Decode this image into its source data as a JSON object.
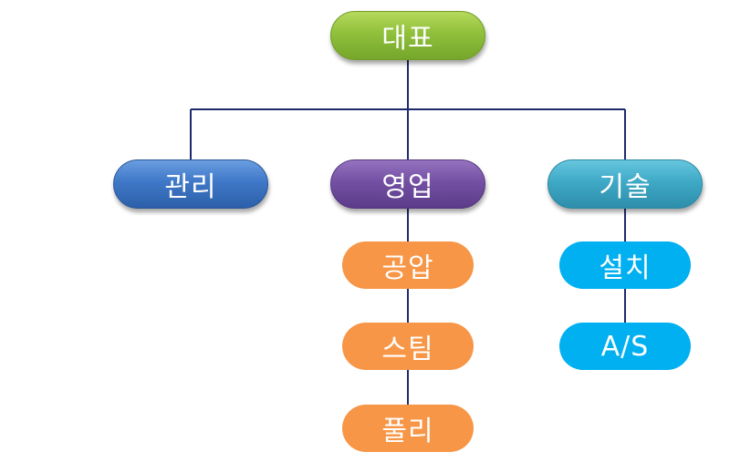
{
  "org_chart": {
    "root": {
      "label": "대표"
    },
    "departments": [
      {
        "label": "관리",
        "teams": []
      },
      {
        "label": "영업",
        "teams": [
          {
            "label": "공압"
          },
          {
            "label": "스팀"
          },
          {
            "label": "풀리"
          }
        ]
      },
      {
        "label": "기술",
        "teams": [
          {
            "label": "설치"
          },
          {
            "label": "A/S"
          }
        ]
      }
    ]
  },
  "colors": {
    "connector": "#1f2a6b",
    "root": "#8dbd3b",
    "management": "#3a73c4",
    "sales": "#6e4ba0",
    "technical": "#37a3c2",
    "sales_team": "#f79646",
    "technical_team": "#00b0f0"
  }
}
